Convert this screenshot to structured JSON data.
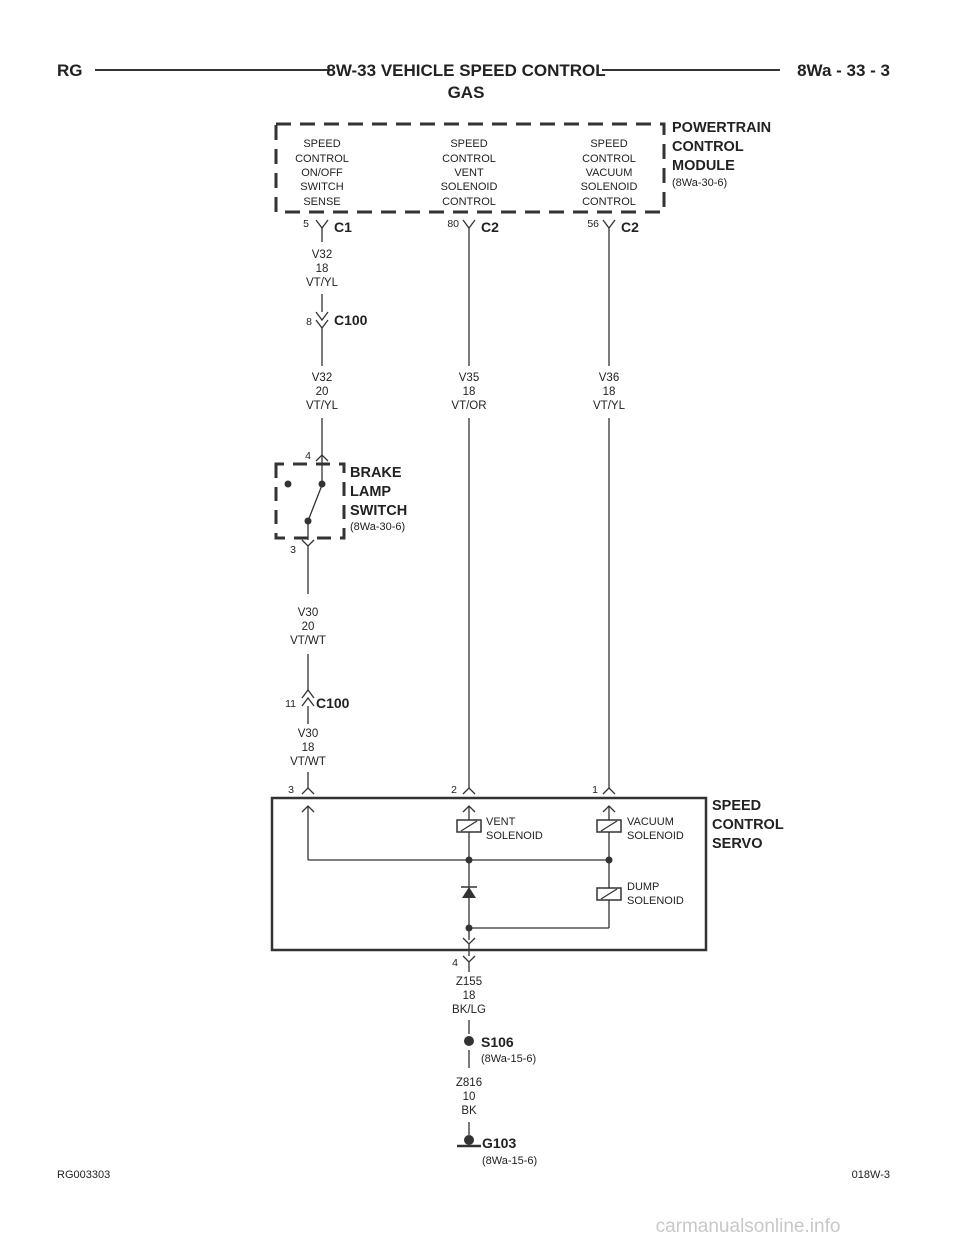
{
  "header": {
    "left": "RG",
    "title": "8W-33 VEHICLE SPEED CONTROL",
    "subtitle": "GAS",
    "right": "8Wa - 33 - 3"
  },
  "pcm": {
    "name": [
      "POWERTRAIN",
      "CONTROL",
      "MODULE"
    ],
    "ref": "(8Wa-30-6)",
    "circuits": [
      {
        "lines": [
          "SPEED",
          "CONTROL",
          "ON/OFF",
          "SWITCH",
          "SENSE"
        ],
        "pin": "5",
        "connector": "C1"
      },
      {
        "lines": [
          "SPEED",
          "CONTROL",
          "VENT",
          "SOLENOID",
          "CONTROL"
        ],
        "pin": "80",
        "connector": "C2"
      },
      {
        "lines": [
          "SPEED",
          "CONTROL",
          "VACUUM",
          "SOLENOID",
          "CONTROL"
        ],
        "pin": "56",
        "connector": "C2"
      }
    ]
  },
  "wires": {
    "v32_18": [
      "V32",
      "18",
      "VT/YL"
    ],
    "v32_20": [
      "V32",
      "20",
      "VT/YL"
    ],
    "v35": [
      "V35",
      "18",
      "VT/OR"
    ],
    "v36": [
      "V36",
      "18",
      "VT/YL"
    ],
    "v30_20": [
      "V30",
      "20",
      "VT/WT"
    ],
    "v30_18": [
      "V30",
      "18",
      "VT/WT"
    ],
    "z155": [
      "Z155",
      "18",
      "BK/LG"
    ],
    "z816": [
      "Z816",
      "10",
      "BK"
    ]
  },
  "inline_connectors": [
    {
      "pin": "8",
      "name": "C100"
    },
    {
      "pin": "11",
      "name": "C100"
    }
  ],
  "brake_switch": {
    "name": [
      "BRAKE",
      "LAMP",
      "SWITCH"
    ],
    "ref": "(8Wa-30-6)",
    "pin_top": "4",
    "pin_bottom": "3"
  },
  "servo": {
    "name": [
      "SPEED",
      "CONTROL",
      "SERVO"
    ],
    "pins": [
      "3",
      "2",
      "1",
      "4"
    ],
    "vent_solenoid": [
      "VENT",
      "SOLENOID"
    ],
    "vacuum_solenoid": [
      "VACUUM",
      "SOLENOID"
    ],
    "dump_solenoid": [
      "DUMP",
      "SOLENOID"
    ]
  },
  "splice": {
    "name": "S106",
    "ref": "(8Wa-15-6)"
  },
  "ground": {
    "name": "G103",
    "ref": "(8Wa-15-6)"
  },
  "footer": {
    "left": "RG003303",
    "right": "018W-3"
  },
  "watermark": "carmanualsonline.info"
}
